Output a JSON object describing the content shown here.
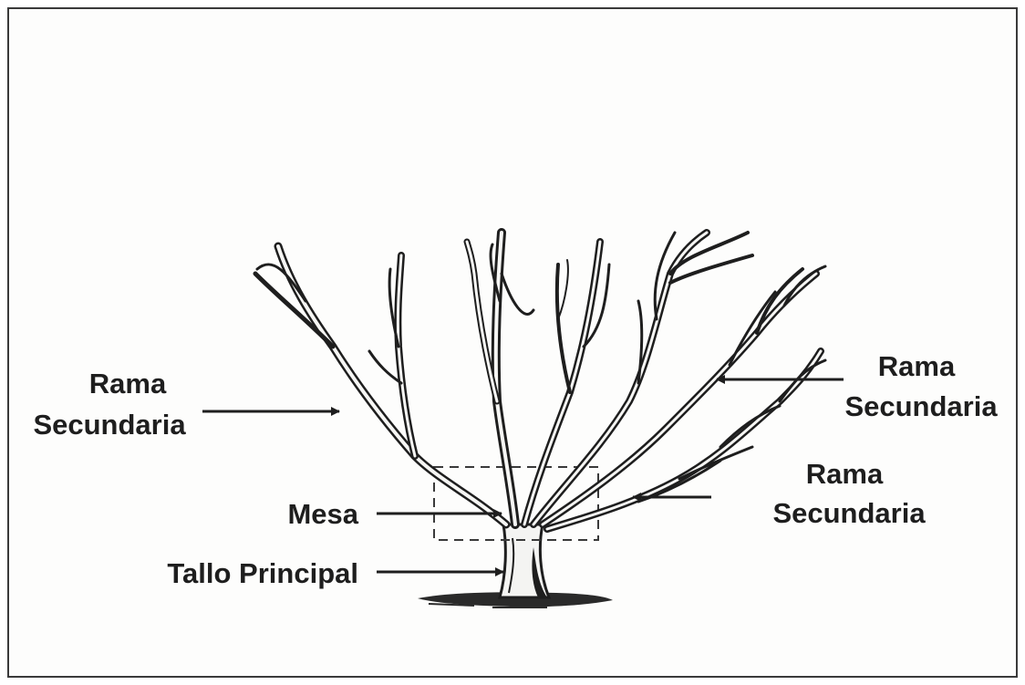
{
  "labels": {
    "left_branch_line1": "Rama",
    "left_branch_line2": "Secundaria",
    "right_top_branch_line1": "Rama",
    "right_top_branch_line2": "Secundaria",
    "right_mid_branch_line1": "Rama",
    "right_mid_branch_line2": "Secundaria",
    "mesa": "Mesa",
    "trunk": "Tallo Principal"
  }
}
